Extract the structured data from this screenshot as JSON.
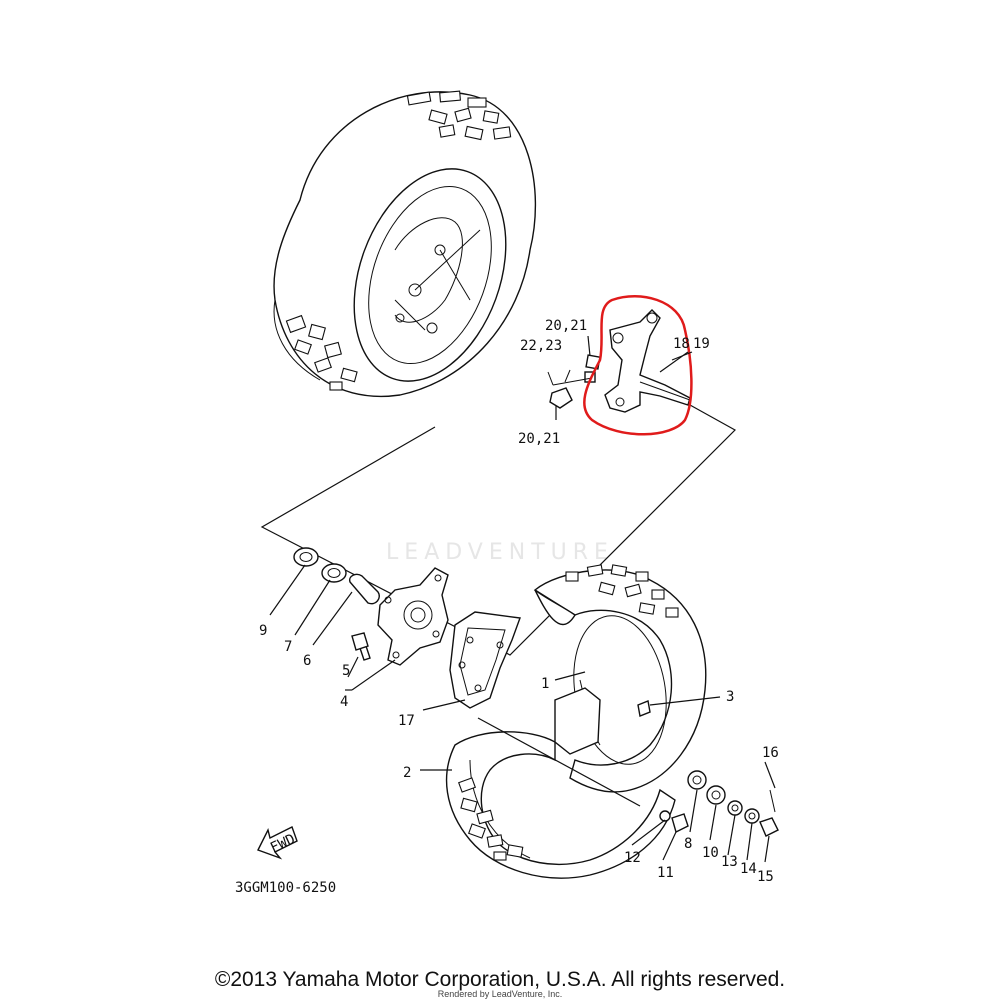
{
  "diagram_code": "3GGM100-6250",
  "fwd_label": "FWD",
  "watermark": "LEADVENTURE",
  "copyright": "©2013 Yamaha Motor Corporation, U.S.A. All rights reserved.",
  "renderer": "Rendered by LeadVenture, Inc.",
  "highlight_color": "#e01b1b",
  "labels": {
    "p1": "1",
    "p2": "2",
    "p3": "3",
    "p4": "4",
    "p5": "5",
    "p6": "6",
    "p7": "7",
    "p8": "8",
    "p9": "9",
    "p10": "10",
    "p11": "11",
    "p12": "12",
    "p13": "13",
    "p14": "14",
    "p15": "15",
    "p16": "16",
    "p17": "17",
    "p18": "18",
    "p19": "19",
    "p20_21_top": "20,21",
    "p22_23": "22,23",
    "p20_21_bottom": "20,21"
  }
}
